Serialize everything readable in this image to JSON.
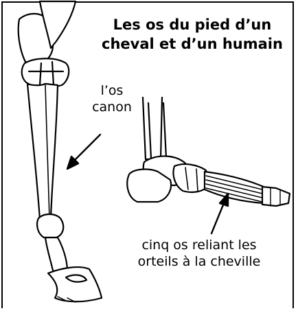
{
  "title_line1": "Les os du pied d’un",
  "title_line2": "cheval et d’un humain",
  "label_canon_line1": "l’os",
  "label_canon_line2": "canon",
  "label_cinq_line1": "cinq os reliant les",
  "label_cinq_line2": "orteils à la cheville",
  "colors": {
    "ink": "#000000",
    "paper": "#ffffff"
  }
}
